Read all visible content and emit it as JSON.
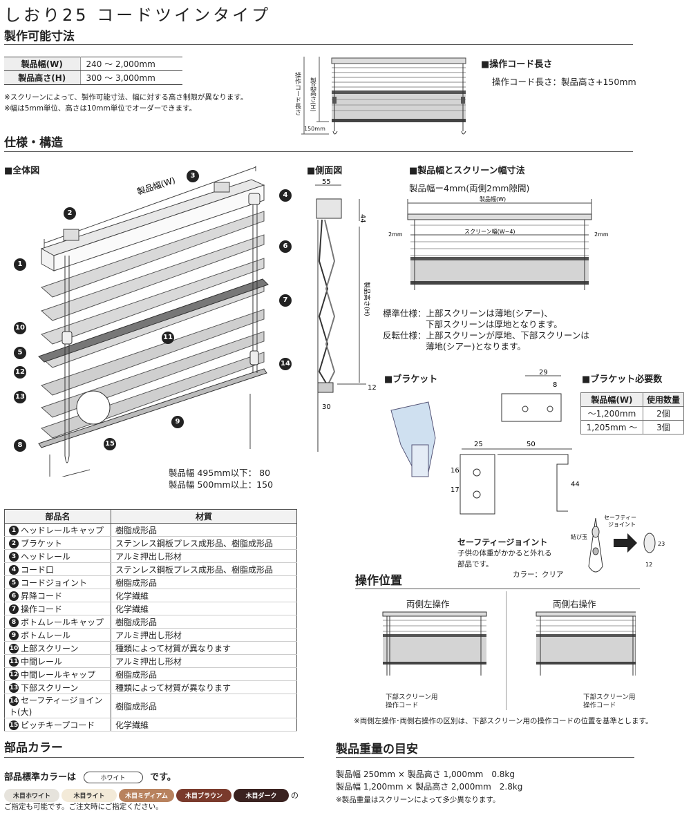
{
  "page": {
    "title": "しおり25 コードツインタイプ",
    "sections": {
      "sizes": "製作可能寸法",
      "spec": "仕様・構造",
      "op_position": "操作位置",
      "parts_color": "部品カラー",
      "weight": "製品重量の目安"
    }
  },
  "sizes": {
    "rows": [
      {
        "k": "製品幅(W)",
        "v": "240 ～ 2,000mm"
      },
      {
        "k": "製品高さ(H)",
        "v": "300 ～ 3,000mm"
      }
    ],
    "notes": [
      "※スクリーンによって、製作可能寸法、幅に対する高さ制限が異なります。",
      "※幅は5mm単位、高さは10mm単位でオーダーできます。"
    ]
  },
  "cord": {
    "heading": "■操作コード長さ",
    "text": "操作コード長さ：製品高さ+150mm",
    "vlabel1": "操作コード長さ",
    "vlabel2": "製品高さ(H)",
    "dim150": "150mm"
  },
  "overall": {
    "heading": "■全体図",
    "width_label": "製品幅(W)",
    "dim_note1": "製品幅 495mm以下：  80",
    "dim_note2": "製品幅 500mm以上：150"
  },
  "side": {
    "heading": "■側面図",
    "d55": "55",
    "d44": "44",
    "d12": "12",
    "d30": "30",
    "h": "製品高さ(H)"
  },
  "screen": {
    "heading": "■製品幅とスクリーン幅寸法",
    "sub": "製品幅ー4mm(両側2mm隙間)",
    "w": "製品幅(W)",
    "sw": "スクリーン幅(W−4)",
    "gap": "2mm",
    "std": "標準仕様：上部スクリーンは薄地(シアー)、",
    "std2": "下部スクリーンは厚地となります。",
    "rev": "反転仕様：上部スクリーンが厚地、下部スクリーンは",
    "rev2": "薄地(シアー)となります。"
  },
  "bracket": {
    "heading": "■ブラケット",
    "d29": "29",
    "d8": "8",
    "d25": "25",
    "d50": "50",
    "d16": "16",
    "d17": "17",
    "d44": "44"
  },
  "bracket_qty": {
    "heading": "■ブラケット必要数",
    "cols": [
      "製品幅(W)",
      "使用数量"
    ],
    "rows": [
      [
        "～1,200mm",
        "2個"
      ],
      [
        "1,205mm ～",
        "3個"
      ]
    ]
  },
  "safety": {
    "title": "セーフティージョイント",
    "desc1": "子供の体重がかかると外れる",
    "desc2": "部品です。",
    "color": "カラー：クリア",
    "lbl1": "セーフティー",
    "lbl2": "ジョイント",
    "lbl3": "結び玉",
    "d23": "23",
    "d12": "12"
  },
  "parts": {
    "cols": [
      "部品名",
      "材質"
    ],
    "rows": [
      [
        "1",
        "ヘッドレールキャップ",
        "樹脂成形品"
      ],
      [
        "2",
        "ブラケット",
        "ステンレス鋼板プレス成形品、樹脂成形品"
      ],
      [
        "3",
        "ヘッドレール",
        "アルミ押出し形材"
      ],
      [
        "4",
        "コード口",
        "ステンレス鋼板プレス成形品、樹脂成形品"
      ],
      [
        "5",
        "コードジョイント",
        "樹脂成形品"
      ],
      [
        "6",
        "昇降コード",
        "化学繊維"
      ],
      [
        "7",
        "操作コード",
        "化学繊維"
      ],
      [
        "8",
        "ボトムレールキャップ",
        "樹脂成形品"
      ],
      [
        "9",
        "ボトムレール",
        "アルミ押出し形材"
      ],
      [
        "10",
        "上部スクリーン",
        "種類によって材質が異なります"
      ],
      [
        "11",
        "中間レール",
        "アルミ押出し形材"
      ],
      [
        "12",
        "中間レールキャップ",
        "樹脂成形品"
      ],
      [
        "13",
        "下部スクリーン",
        "種類によって材質が異なります"
      ],
      [
        "14",
        "セーフティージョイント(大)",
        "樹脂成形品"
      ],
      [
        "15",
        "ピッチキープコード",
        "化学繊維"
      ]
    ]
  },
  "op": {
    "left": "両側左操作",
    "right": "両側右操作",
    "cord_lbl1": "下部スクリーン用",
    "cord_lbl2": "操作コード",
    "note": "※両側左操作･両側右操作の区別は、下部スクリーン用の操作コードの位置を基準とします。"
  },
  "color": {
    "text1": "部品標準カラーは",
    "std": "ホワイト",
    "text2": "です。",
    "chips": [
      {
        "label": "木目ホワイト",
        "bg": "#e6e3dc",
        "fg": "#333333"
      },
      {
        "label": "木目ライト",
        "bg": "#f3ead8",
        "fg": "#333333"
      },
      {
        "label": "木目ミディアム",
        "bg": "#b8825e",
        "fg": "#ffffff"
      },
      {
        "label": "木目ブラウン",
        "bg": "#7a3a2c",
        "fg": "#ffffff"
      },
      {
        "label": "木目ダーク",
        "bg": "#3a2220",
        "fg": "#ffffff"
      }
    ],
    "tail": "の",
    "note": "ご指定も可能です。ご注文時にご指定ください。"
  },
  "weight": {
    "l1": "製品幅 250mm × 製品高さ 1,000mm　0.8kg",
    "l2": "製品幅 1,200mm × 製品高さ 2,000mm　2.8kg",
    "note": "※製品重量はスクリーンによって多少異なります。"
  }
}
